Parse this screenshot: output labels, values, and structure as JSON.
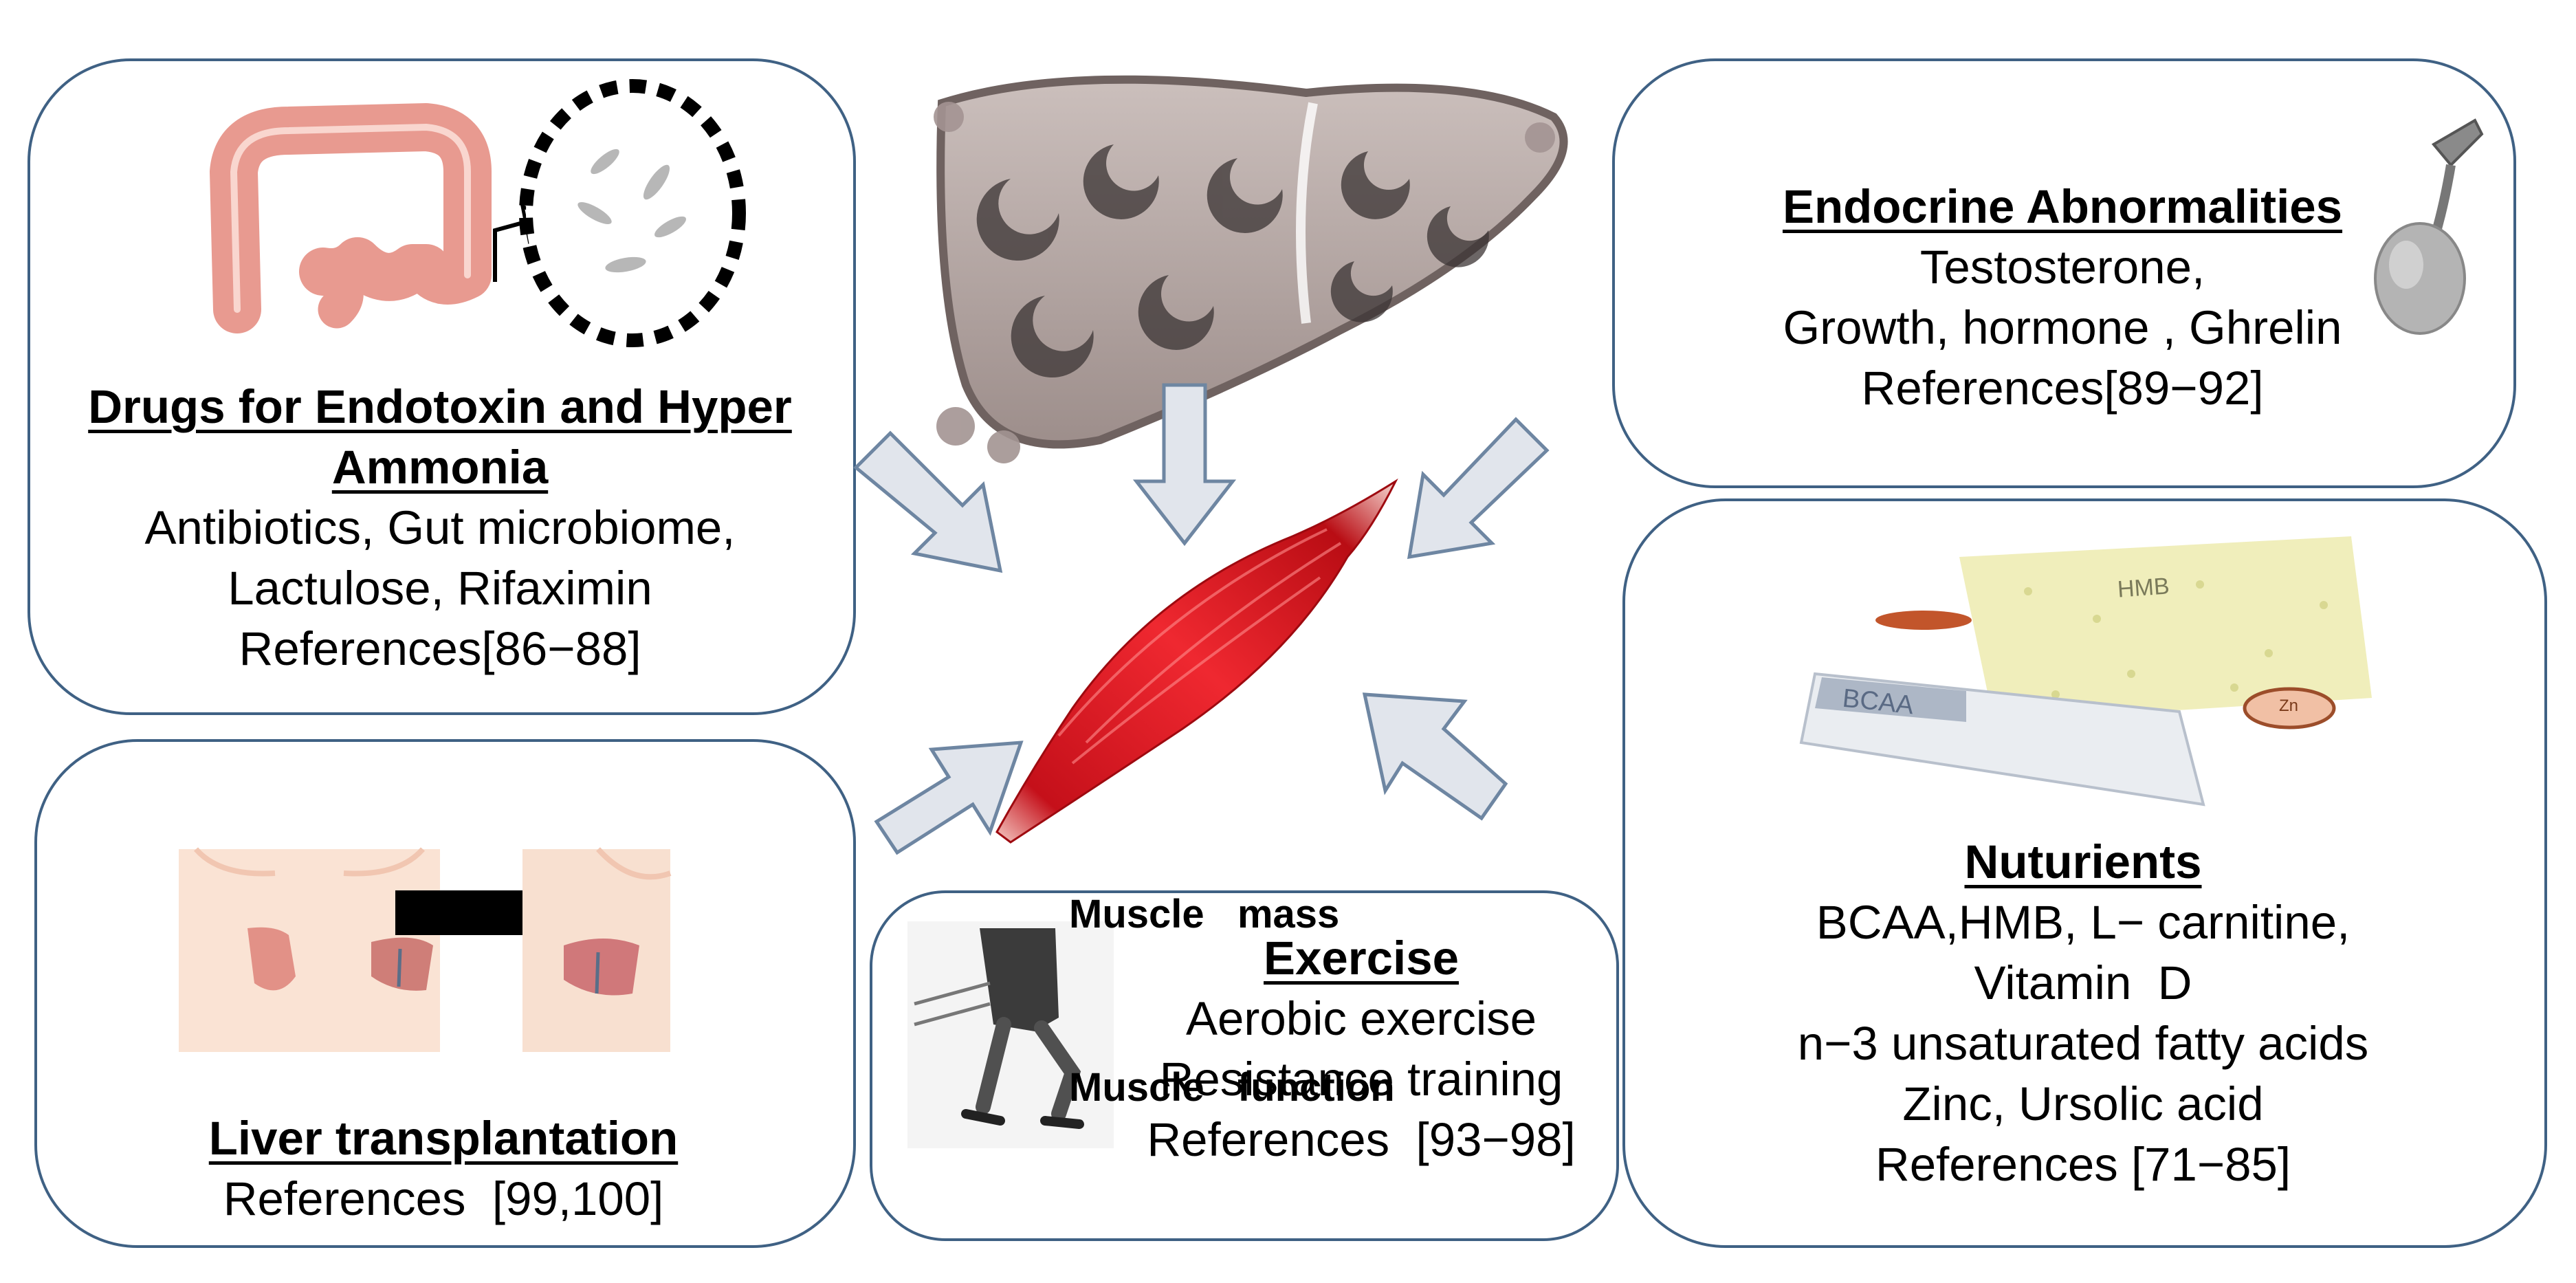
{
  "drugs": {
    "title_lines": [
      "Drugs for Endotoxin and Hyper",
      "Ammonia"
    ],
    "lines": [
      "Antibiotics, Gut microbiome,",
      "Lactulose, Rifaximin",
      "References[86−88]"
    ],
    "icon": "colon-bacteria-icon"
  },
  "endocrine": {
    "title": "Endocrine Abnormalities",
    "lines": [
      "Testosterone,",
      "Growth, hormone , Ghrelin",
      "References[89−92]"
    ],
    "icon": "testis-icon"
  },
  "nutrients": {
    "title": "Nuturients",
    "lines": [
      "BCAA,HMB, L− carnitine,",
      "Vitamin  D",
      "n−3 unsaturated fatty acids",
      "Zinc, Ursolic acid",
      "References [71−85]"
    ],
    "icon": "supplements-icon",
    "supplement_labels": [
      "HMB",
      "BCAA",
      "Zn"
    ]
  },
  "exercise": {
    "title": "Exercise",
    "lines": [
      "Aerobic exercise",
      "Resistance training",
      "References  [93−98]"
    ],
    "icon": "runner-icon"
  },
  "transplant": {
    "title": "Liver transplantation",
    "lines": [
      "References  [99,100]"
    ],
    "icon": "liver-transplant-icon"
  },
  "center": {
    "muscle_lines": [
      "Muscle   mass",
      "Muscle   function"
    ],
    "liver_icon": "liver-icon",
    "muscle_icon": "muscle-icon"
  },
  "colors": {
    "box_border": "#3f6184",
    "arrow_fill": "#e1e5ec",
    "arrow_stroke": "#6e86a2",
    "muscle": "#d8121b",
    "liver": "#b7a9a6"
  }
}
